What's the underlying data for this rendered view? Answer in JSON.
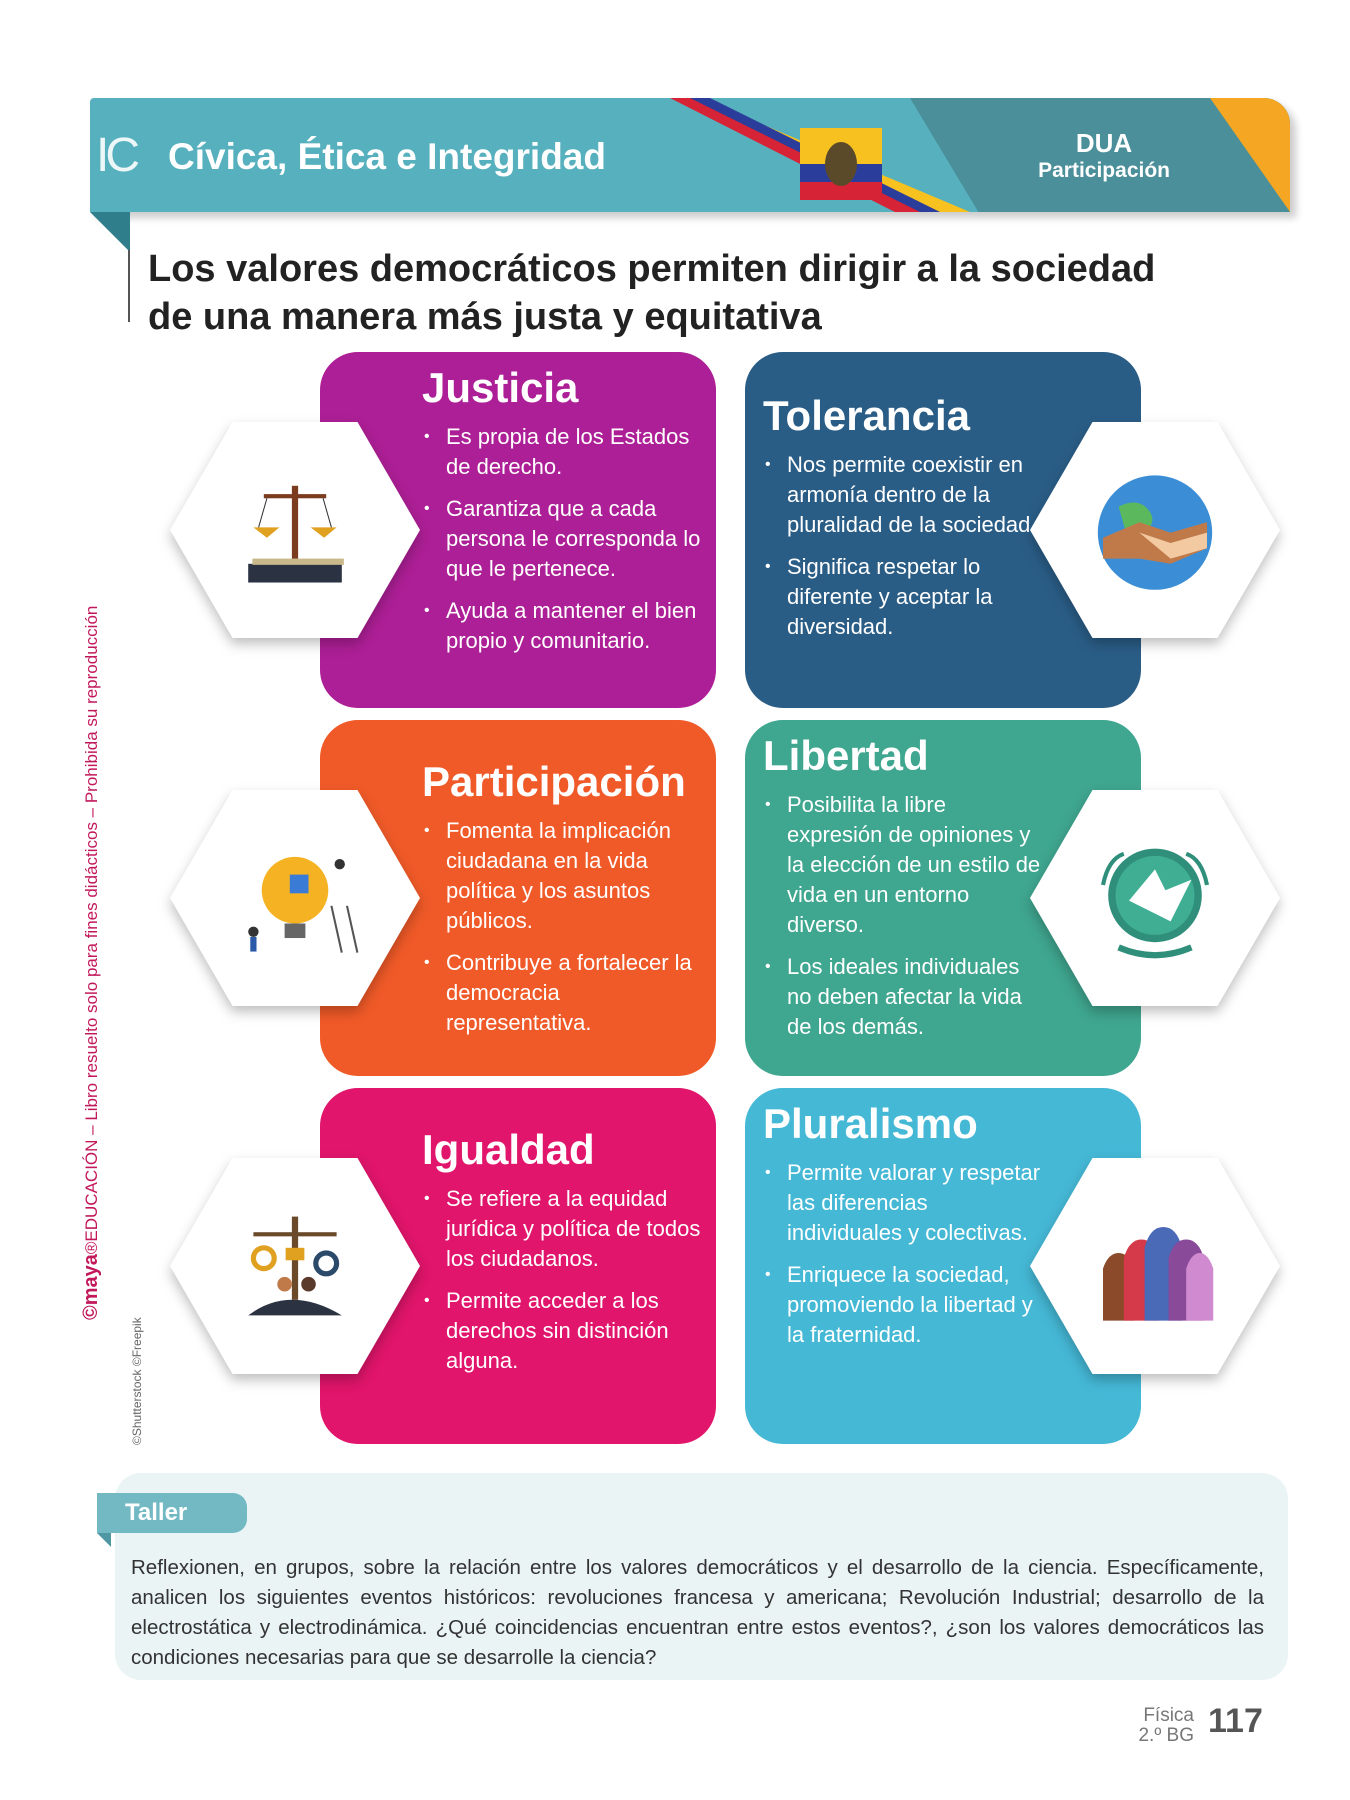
{
  "header": {
    "logo": "IC",
    "title": "Cívica, Ética e Integridad",
    "dua": "DUA",
    "dua_sub": "Participación"
  },
  "heading": "Los valores democráticos permiten dirigir a la sociedad de una manera más justa y equitativa",
  "cards": [
    {
      "title": "Justicia",
      "color": "#ad1f96",
      "icon": "scales-justice-book-icon",
      "items": [
        "Es propia de los Estados de derecho.",
        "Garantiza que a cada persona le corresponda lo que le pertenece.",
        "Ayuda a mantener el bien propio y comunitario."
      ]
    },
    {
      "title": "Tolerancia",
      "color": "#2a5d86",
      "icon": "handshake-globe-icon",
      "items": [
        "Nos permite coexistir en armonía dentro de la pluralidad de la sociedad.",
        "Significa respetar lo diferente y aceptar la diversidad."
      ]
    },
    {
      "title": "Participación",
      "color": "#f05a28",
      "icon": "puzzle-bulb-people-icon",
      "items": [
        "Fomenta la implicación ciudadana en la vida política y los asuntos públicos.",
        "Contribuye a fortalecer la democracia representativa."
      ]
    },
    {
      "title": "Libertad",
      "color": "#3fa68f",
      "icon": "dove-globe-icon",
      "items": [
        "Posibilita la libre expresión de opiniones y la elección de un estilo de vida en un entorno diverso.",
        "Los ideales individuales no deben afectar la vida de los demás."
      ]
    },
    {
      "title": "Igualdad",
      "color": "#e0156b",
      "icon": "gender-equality-scales-icon",
      "items": [
        "Se refiere a la equidad jurídica y política de todos los ciudadanos.",
        "Permite acceder a los derechos sin distinción alguna."
      ]
    },
    {
      "title": "Pluralismo",
      "color": "#45b8d6",
      "icon": "diverse-people-silhouettes-icon",
      "items": [
        "Permite valorar y respetar las diferencias individuales y colectivas.",
        "Enriquece la sociedad, promoviendo la libertad y la fraternidad."
      ]
    }
  ],
  "side": {
    "brand": "©maya",
    "rest": "®EDUCACIÓN – Libro resuelto solo para fines didácticos – Prohibida su reproducción"
  },
  "credit": "©Shutterstock ©Freepik",
  "taller": {
    "label": "Taller",
    "text": "Reflexionen, en grupos, sobre la relación entre los valores democráticos y el desarrollo de la ciencia. Específicamente, analicen los siguientes eventos históricos: revoluciones francesa y americana; Revolución Industrial; desarrollo de la electrostática y electrodinámica. ¿Qué coincidencias encuentran entre estos eventos?, ¿son los valores democráticos las condiciones necesarias para que se desarrolle la ciencia?"
  },
  "footer": {
    "subject": "Física",
    "grade": "2.º BG",
    "page": "117"
  }
}
